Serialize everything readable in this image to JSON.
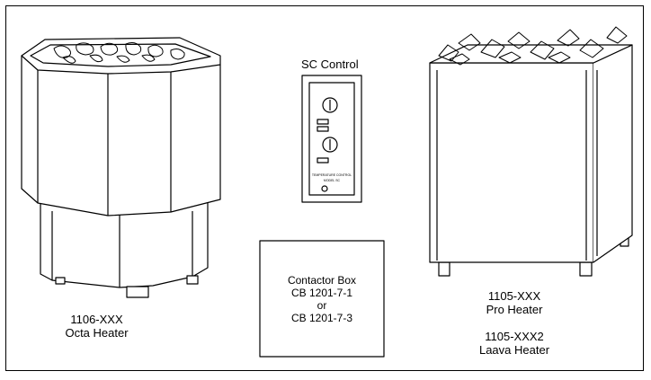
{
  "octa": {
    "model": "1106-XXX",
    "name": "Octa Heater"
  },
  "control": {
    "title": "SC Control",
    "panel_text": [
      "TEMPERATURE CONTROL",
      "MODEL SC"
    ]
  },
  "contactor": {
    "title": "Contactor Box",
    "model_a": "CB 1201-7-1",
    "or": "or",
    "model_b": "CB 1201-7-3"
  },
  "pro": {
    "model": "1105-XXX",
    "name": "Pro Heater"
  },
  "laava": {
    "model": "1105-XXX2",
    "name": "Laava Heater"
  }
}
